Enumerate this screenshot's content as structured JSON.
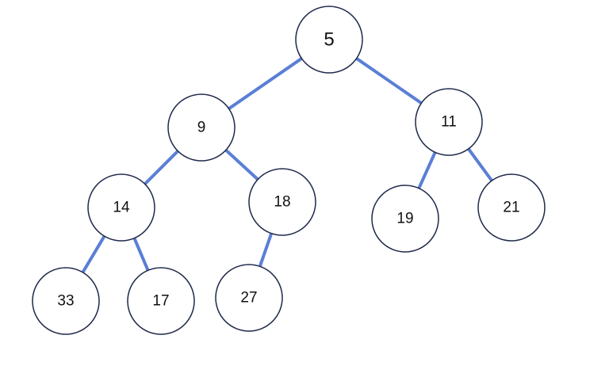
{
  "tree": {
    "edge_color": "#5b7fd6",
    "node_border_color": "#1f2a4a",
    "nodes": [
      {
        "id": "n5",
        "label": "5"
      },
      {
        "id": "n9",
        "label": "9"
      },
      {
        "id": "n11",
        "label": "11"
      },
      {
        "id": "n14",
        "label": "14"
      },
      {
        "id": "n18",
        "label": "18"
      },
      {
        "id": "n19",
        "label": "19"
      },
      {
        "id": "n21",
        "label": "21"
      },
      {
        "id": "n33",
        "label": "33"
      },
      {
        "id": "n17",
        "label": "17"
      },
      {
        "id": "n27",
        "label": "27"
      }
    ],
    "edges": [
      {
        "from": "n5",
        "to": "n9"
      },
      {
        "from": "n5",
        "to": "n11"
      },
      {
        "from": "n9",
        "to": "n14"
      },
      {
        "from": "n9",
        "to": "n18"
      },
      {
        "from": "n11",
        "to": "n19"
      },
      {
        "from": "n11",
        "to": "n21"
      },
      {
        "from": "n14",
        "to": "n33"
      },
      {
        "from": "n14",
        "to": "n17"
      },
      {
        "from": "n18",
        "to": "n27"
      }
    ]
  }
}
